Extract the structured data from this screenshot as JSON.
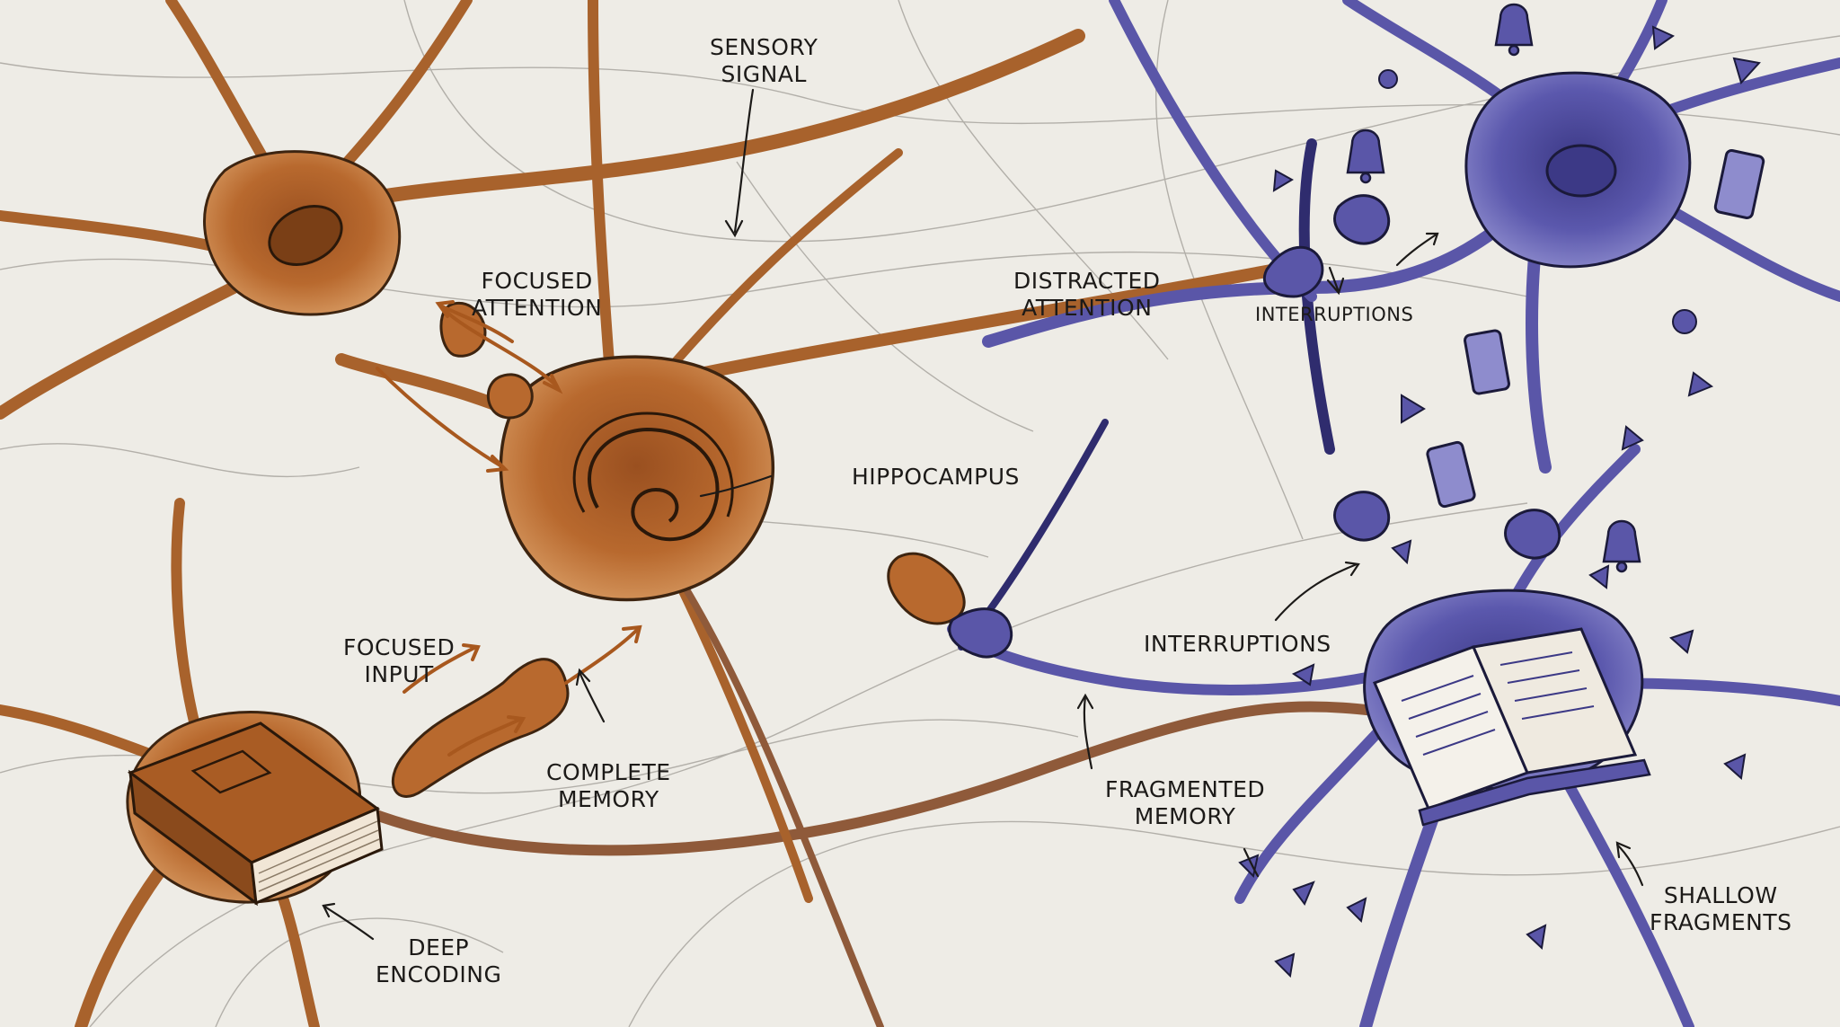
{
  "labels": {
    "sensory_signal": [
      "SENSORY",
      "SIGNAL"
    ],
    "focused_attention": [
      "FOCUSED",
      "ATTENTION"
    ],
    "distracted_attention": [
      "DISTRACTED",
      "ATTENTION"
    ],
    "interruptions_top": [
      "INTERRUPTIONS"
    ],
    "hippocampus": [
      "HIPPOCAMPUS"
    ],
    "focused_input": [
      "FOCUSED",
      "INPUT"
    ],
    "complete_memory": [
      "COMPLETE",
      "MEMORY"
    ],
    "interruptions_mid": [
      "INTERRUPTIONS"
    ],
    "fragmented_memory": [
      "FRAGMENTED",
      "MEMORY"
    ],
    "deep_encoding": [
      "DEEP",
      "ENCODING"
    ],
    "shallow_fragments": [
      "SHALLOW",
      "FRAGMENTS"
    ]
  },
  "colors": {
    "background": "#eeece6",
    "focused_neuron": "#b0652a",
    "focused_neuron_dark": "#7a3f16",
    "distracted_neuron": "#5a56a8",
    "distracted_neuron_dark": "#2f2c6e",
    "ink": "#1c1a18"
  },
  "icons": [
    "book-icon",
    "open-book-icon",
    "bell-icon",
    "phone-icon",
    "triangle-icon",
    "circle-icon"
  ]
}
